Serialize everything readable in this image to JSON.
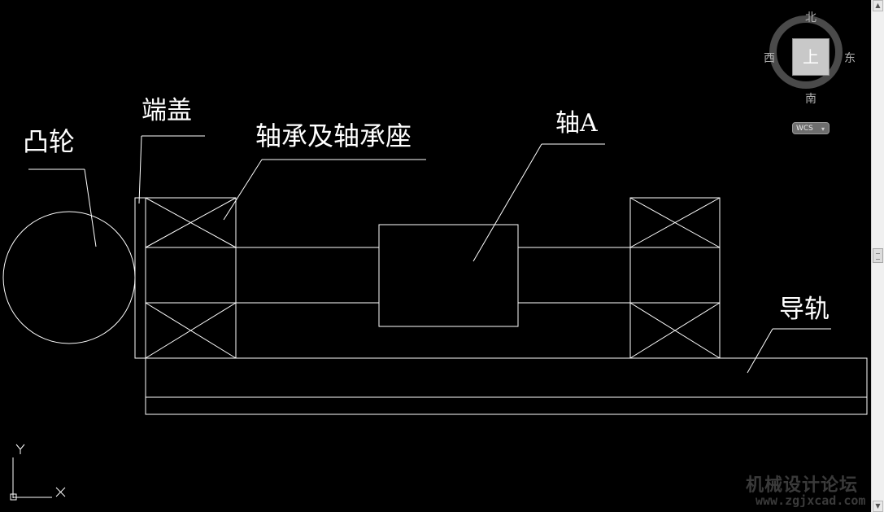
{
  "drawing": {
    "labels": {
      "cam": "凸轮",
      "end_cap": "端盖",
      "bearing": "轴承及轴承座",
      "shaft": "轴A",
      "guide_rail": "导轨"
    }
  },
  "viewcube": {
    "north": "北",
    "south": "南",
    "east": "东",
    "west": "西",
    "face": "上",
    "coord_system": "WCS"
  },
  "ucs": {
    "x_label": "X",
    "y_label": "Y"
  },
  "watermark": {
    "title": "机械设计论坛",
    "url": "www.zgjxcad.com"
  },
  "colors": {
    "background": "#000000",
    "linework": "#ffffff"
  }
}
